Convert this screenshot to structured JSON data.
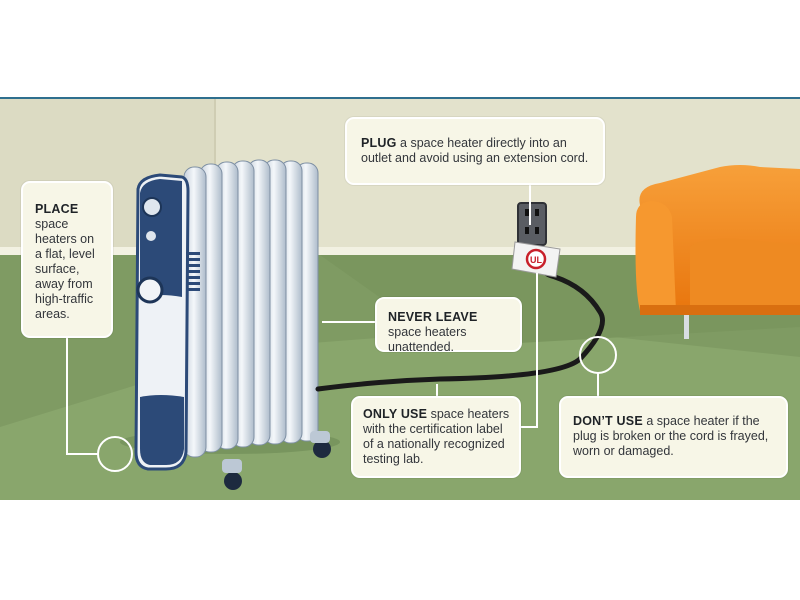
{
  "callouts": {
    "place": {
      "keyword": "PLACE",
      "text": "space heaters on a flat, level surface, away from high-traffic areas."
    },
    "plug": {
      "keyword": "PLUG",
      "text": "a space heater directly into an outlet and avoid using an extension cord."
    },
    "never_leave": {
      "keyword": "NEVER LEAVE",
      "text": "space heaters unattended."
    },
    "only_use": {
      "keyword": "ONLY USE",
      "text": "space heaters with the certification label of a nationally recognized testing lab."
    },
    "dont_use": {
      "keyword": "DON’T USE",
      "text": "a space heater if the plug is broken or the cord is frayed, worn or damaged."
    }
  },
  "certification_mark": "UL",
  "colors": {
    "wall": "#e3e2cc",
    "floor": "#7f9b63",
    "heater_body": "#e8edf2",
    "heater_dark": "#2c4a78",
    "sofa": "#f28a1c",
    "cord": "#1a1a1a",
    "callout_bg": "#f7f6e7",
    "pointer_line": "#ffffff",
    "top_rule": "#2f6f8e"
  },
  "icons": [
    "oil-filled-radiator-heater-icon",
    "wall-outlet-icon",
    "ul-certification-label-icon",
    "orange-armchair-icon"
  ]
}
